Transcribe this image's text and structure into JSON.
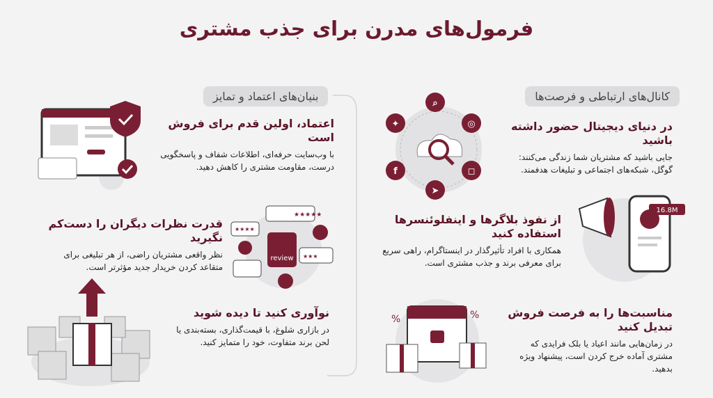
{
  "title": "فرمول‌های مدرن برای جذب مشتری",
  "colors": {
    "accent": "#7a1f33",
    "background": "#f3f3f4",
    "pill": "#dcdcde"
  },
  "right_column": {
    "header": "کانال‌های ارتباطی و فرصت‌ها",
    "items": [
      {
        "heading": "در دنیای دیجیتال حضور داشته باشید",
        "body": "جایی باشید که مشتریان شما زندگی می‌کنند: گوگل، شبکه‌های اجتماعی و تبلیغات هدفمند.",
        "icon": "social-network-cloud-icon"
      },
      {
        "heading": "از نفوذ بلاگرها و اینفلوئنسرها استفاده کنید",
        "body": "همکاری با افراد تأثیرگذار در اینستاگرام، راهی سریع برای معرفی برند و جذب مشتری است.",
        "icon": "megaphone-phone-icon",
        "badge": "16.8M"
      },
      {
        "heading": "مناسبت‌ها را به فرصت فروش تبدیل کنید",
        "body": "در زمان‌هایی مانند اعیاد یا بلک فرایدی که مشتری آماده خرج کردن است، پیشنهاد ویژه بدهید.",
        "icon": "calendar-gift-icon"
      }
    ]
  },
  "left_column": {
    "header": "بنیان‌های اعتماد و تمایز",
    "items": [
      {
        "heading": "اعتماد، اولین قدم برای فروش است",
        "body": "با وب‌سایت حرفه‌ای، اطلاعات شفاف و پاسخگویی درست، مقاومت مشتری را کاهش دهید.",
        "icon": "website-shield-icon"
      },
      {
        "heading": "قدرت نظرات دیگران را دست‌کم نگیرید",
        "body": "نظر واقعی مشتریان راضی، از هر تبلیغی برای متقاعد کردن خریدار جدید مؤثرتر است.",
        "icon": "review-icon",
        "badge": "review"
      },
      {
        "heading": "نوآوری کنید تا دیده شوید",
        "body": "در بازاری شلوغ، با قیمت‌گذاری، بسته‌بندی یا لحن برند متفاوت، خود را متمایز کنید.",
        "icon": "standout-box-icon"
      }
    ]
  }
}
